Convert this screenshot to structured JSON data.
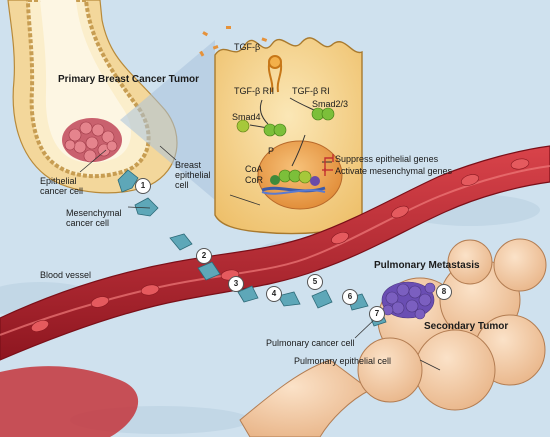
{
  "labels": {
    "primary_tumor": "Primary Breast Cancer Tumor",
    "tgf_beta": "TGF-β",
    "tgf_beta_rii": "TGF-β RII",
    "tgf_beta_ri": "TGF-β RI",
    "smad4": "Smad4",
    "smad23": "Smad2/3",
    "coa": "CoA",
    "cor": "CoR",
    "suppress": "Suppress epithelial genes",
    "activate": "Activate mesenchymal genes",
    "breast_epithelial": "Breast epithelial cell",
    "epithelial_cancer": "Epithelial cancer cell",
    "mesenchymal_cancer": "Mesenchymal cancer cell",
    "blood_vessel": "Blood vessel",
    "pulmonary_metastasis": "Pulmonary Metastasis",
    "secondary_tumor": "Secondary Tumor",
    "pulmonary_cancer": "Pulmonary cancer cell",
    "pulmonary_epithelial": "Pulmonary epithelial cell",
    "phospho": "P"
  },
  "steps": [
    "1",
    "2",
    "3",
    "4",
    "5",
    "6",
    "7",
    "8"
  ],
  "colors": {
    "background": "#cfe1ee",
    "vessel": "#b0202a",
    "cell": "#f6d58a",
    "smad": "#7cbf3a",
    "nucleus": "#f0a04a",
    "tumor": "#7b5fc0",
    "alveoli": "#f2c9a0"
  }
}
